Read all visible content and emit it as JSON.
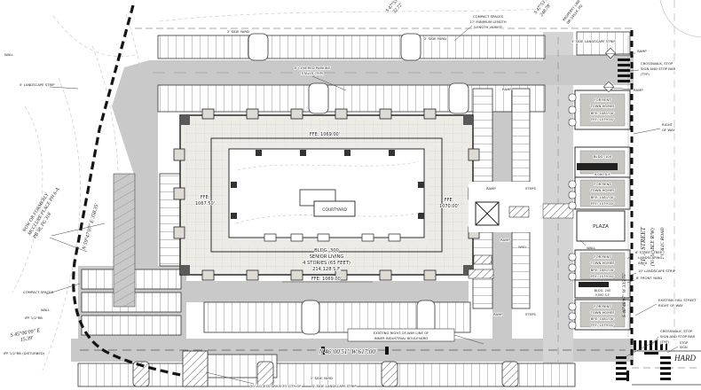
{
  "colors": {
    "ink": "#1d1d1d",
    "road_gray": "#c9c9c9",
    "street_gray": "#d4d4d4",
    "building_fill": "#edebe6",
    "tower_fill": "#5a5a5a",
    "contour_gray": "#cccccc"
  },
  "building300": {
    "name": "BLDG. 300",
    "use": "SENIOR LIVING",
    "stories": "4 STORIES (65 FEET)",
    "area": "214,128 S.F.",
    "courtyard": "COURTYARD",
    "ffe_top": "FFE: 1069.00'",
    "ffe_left1": "FFE:",
    "ffe_left2": "1067.50'",
    "ffe_right1": "FFE:",
    "ffe_right2": "1070.00'",
    "ffe_bottom": "FFE: 1069.00'"
  },
  "townhomes": {
    "for_rent": "FOR RENT",
    "town_homes": "TOWN HOMES",
    "bfe": "BFE: 1081.00'",
    "ffe": "FFE: 1079.00'"
  },
  "bldg100": {
    "name": "BLDG. 100",
    "area": "9,000 S.F."
  },
  "bldg200": {
    "name": "BLDG. 200",
    "area": "9,000 S.F."
  },
  "plaza": {
    "label": "PLAZA"
  },
  "streets": {
    "hill1": "HILL STREET",
    "hill2": "(VARIABLE R/W)",
    "hill3": "PUBLIC ROAD",
    "cross": "HARD",
    "row1": "RIGHT",
    "row2": "OF WAY"
  },
  "bearings": {
    "south": "N 46°00'51\" W   617.00'",
    "west": "N 59°47'07\" E  358.35'",
    "east": "S 46°48'07\" W  335.75'",
    "ne1": "S 47°53'51\" E",
    "ne2": "248.78'",
    "n1": "S 47°53'51\" E",
    "n2": "32.72'",
    "sw1": "S 45°06'09\" E",
    "sw2": "15.39'"
  },
  "nof": {
    "l1": "NOW OR FORMERLY",
    "l2": "MCCLURE PLACE PH 6-A",
    "l3": "PB 58, PG 318"
  },
  "callouts": {
    "compact1": "COMPACT SPACES",
    "compact2": "17' MINIMUM LENGTH",
    "compact3": "(LENGTH VARIES)",
    "covered1": "8' COVERED PARKING",
    "covered2": "STALLS (TYP)",
    "side_yard": "2' SIDE YARD",
    "landscape5": "5' SIDE LANDSCAPE STRIP",
    "landscape_left": "5' LANDSCAPE STRIP",
    "row_line1": "EXISTING RIGHT-OF-WAY LINE OF",
    "row_line2": "INNER INDUSTRIAL BOULEVARD",
    "access": "20' ACCESS DRIVE TO CITY OF",
    "compact_sw": "COMPACT SPACES",
    "wall": "WALL",
    "ramp": "RAMP",
    "steps": "STEPS",
    "tree1": "6' STREET TREE /",
    "tree2": "LANDSCAPING",
    "tree3": "AREA",
    "landscape10": "10' LANDSCAPE STRIP",
    "front_yard": "8' FRONT YARD",
    "exist_hill1": "EXISTING HILL STREET",
    "exist_hill2": "RIGHT OF WAY",
    "cross1": "CROSSWALK, STOP",
    "cross2": "SIGN AND STOP BAR",
    "cross3": "(TYP)",
    "stop1": "STOP",
    "stop2": "SIGN",
    "ipf": "IPF 1/2\"RB",
    "ipf_dist": "IPF 1/2\"RB (DISTURBED)",
    "prop1": "PROPERTY LINE",
    "prop2": "DB 34514, PG"
  }
}
